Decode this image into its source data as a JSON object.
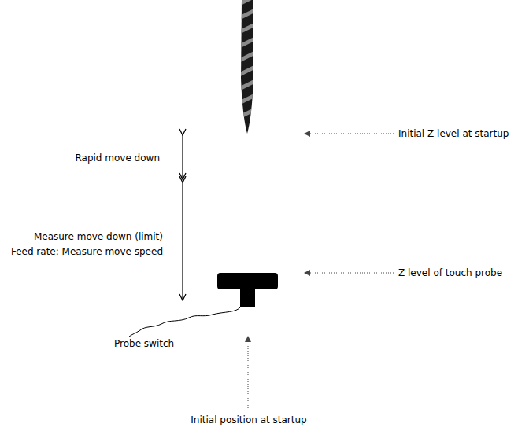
{
  "diagram": {
    "labels": [
      "Initial Z level at startup",
      "Rapid move down",
      "Measure move down (limit)",
      "Feed rate: Measure move speed",
      "Z level of touch probe",
      "Probe switch",
      "Initial position at startup"
    ]
  }
}
